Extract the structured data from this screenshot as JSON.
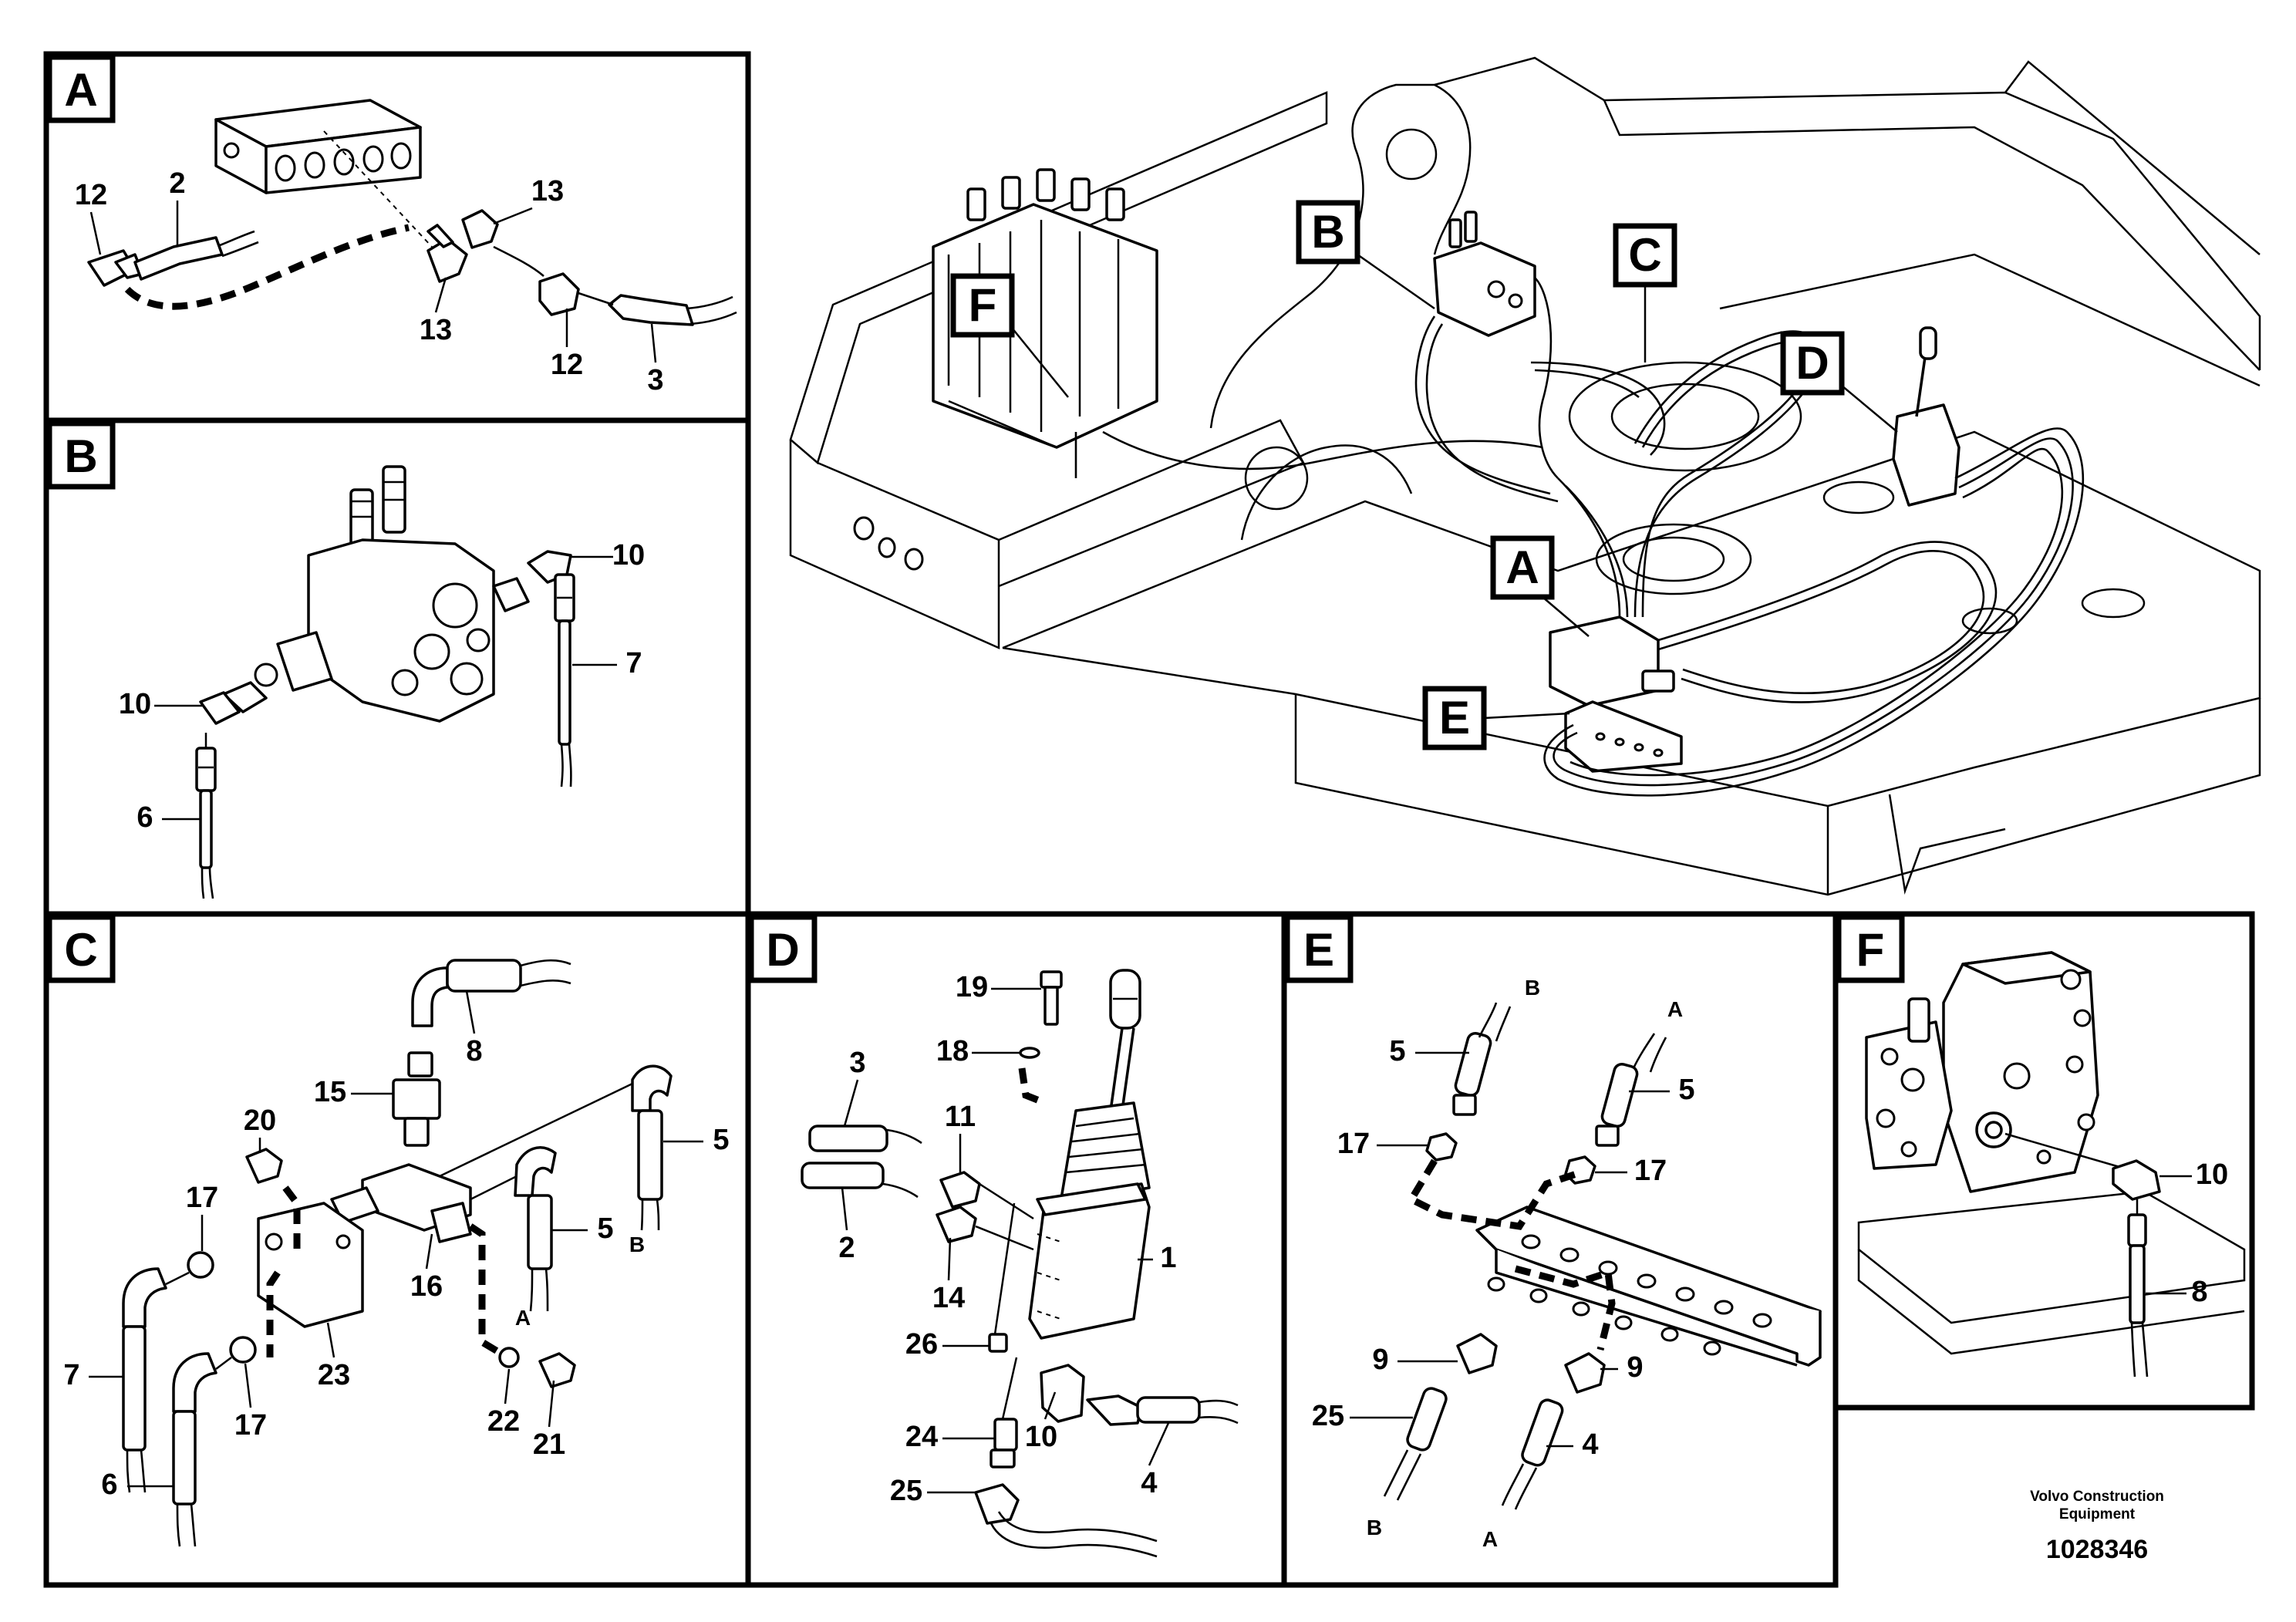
{
  "panels": {
    "A": {
      "tag": "A",
      "labels": {
        "p12a": "12",
        "p2": "2",
        "p13a": "13",
        "p13b": "13",
        "p12b": "12",
        "p3": "3"
      }
    },
    "B": {
      "tag": "B",
      "labels": {
        "p10a": "10",
        "p7": "7",
        "p10b": "10",
        "p6": "6"
      }
    },
    "C": {
      "tag": "C",
      "labels": {
        "p8": "8",
        "p15": "15",
        "p20": "20",
        "p17a": "17",
        "p5a": "5",
        "p5b": "5",
        "p16": "16",
        "p23": "23",
        "p7": "7",
        "p17b": "17",
        "p6": "6",
        "p22": "22",
        "p21": "21",
        "pA": "A",
        "pB": "B"
      }
    },
    "D": {
      "tag": "D",
      "labels": {
        "p19": "19",
        "p18": "18",
        "p3": "3",
        "p11": "11",
        "p2": "2",
        "p14": "14",
        "p1": "1",
        "p26": "26",
        "p24": "24",
        "p10": "10",
        "p4": "4",
        "p25": "25"
      }
    },
    "E": {
      "tag": "E",
      "labels": {
        "pB1": "B",
        "pA1": "A",
        "p5a": "5",
        "p5b": "5",
        "p17a": "17",
        "p17b": "17",
        "p9a": "9",
        "p9b": "9",
        "p25": "25",
        "p4": "4",
        "pB2": "B",
        "pA2": "A"
      }
    },
    "F": {
      "tag": "F",
      "labels": {
        "p10": "10",
        "p8": "8"
      }
    }
  },
  "overview": {
    "callouts": [
      "B",
      "C",
      "F",
      "D",
      "A",
      "E"
    ]
  },
  "footer": {
    "line1": "Volvo Construction",
    "line2": "Equipment",
    "doc_number": "1028346"
  }
}
